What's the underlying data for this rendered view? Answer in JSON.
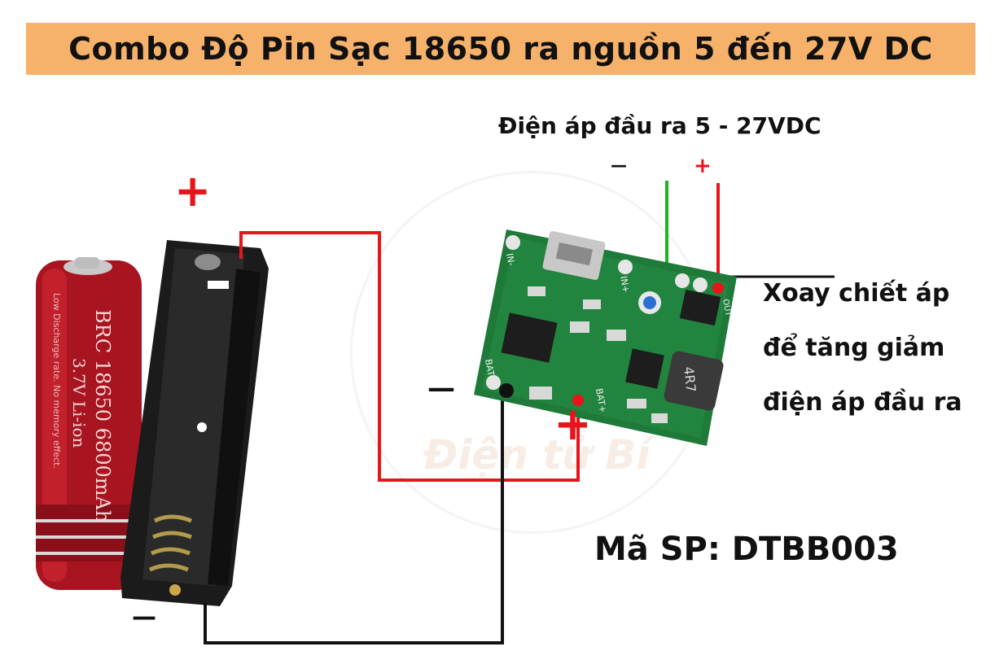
{
  "banner": {
    "title": "Combo Độ Pin Sạc 18650 ra nguồn 5 đến 27V DC"
  },
  "output_label": "Điện áp đầu ra 5 - 27VDC",
  "hint_lines": [
    "Xoay chiết áp",
    "để tăng giảm",
    "điện áp đầu ra"
  ],
  "product_code": "Mã SP: DTBB003",
  "watermark_text": "Điện tử Bí",
  "battery": {
    "brand": "BRC 18650 6800mAh",
    "spec": "3.7V Li-ion",
    "small_text": "Low Discharge rate. No memory effect."
  },
  "board": {
    "in_minus": "IN-",
    "in_plus": "IN+",
    "bat_minus": "BAT-",
    "bat_plus": "BAT+",
    "out_label": "OUT",
    "inductor": "4R7"
  },
  "symbols": {
    "plus": "+",
    "minus": "—"
  },
  "colors": {
    "banner": "#f6b26b",
    "wire_red": "#e8141b",
    "wire_black": "#111111",
    "wire_green": "#1fb41f",
    "pcb": "#1f7a3a"
  }
}
